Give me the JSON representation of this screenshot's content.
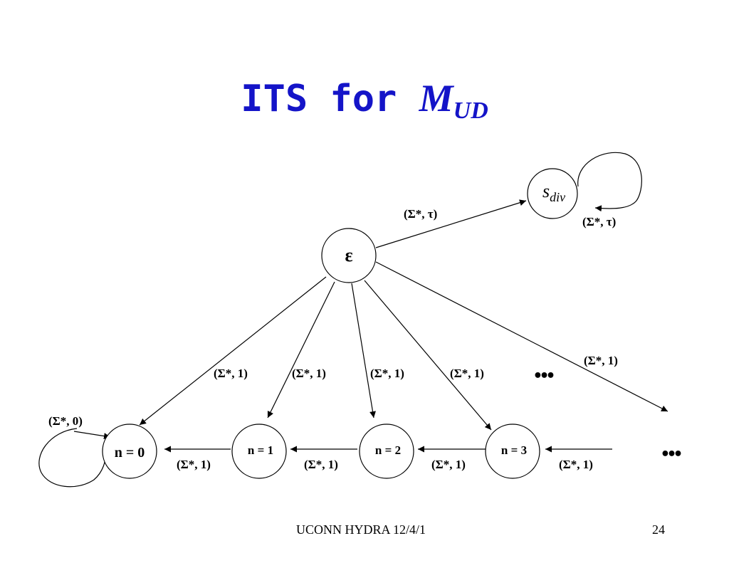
{
  "title": {
    "text": "ITS for ",
    "math_main": "M",
    "math_sub": "UD"
  },
  "nodes": {
    "eps": "ε",
    "sdiv_main": "s",
    "sdiv_sub": "div",
    "n0": "n = 0",
    "n1": "n = 1",
    "n2": "n = 2",
    "n3": "n = 3"
  },
  "edge_labels": {
    "eps_sdiv": "(Σ*, τ)",
    "sdiv_self": "(Σ*, τ)",
    "eps_n0": "(Σ*, 1)",
    "eps_n1": "(Σ*, 1)",
    "eps_n2": "(Σ*, 1)",
    "eps_n3": "(Σ*, 1)",
    "eps_more": "(Σ*, 1)",
    "n0_self": "(Σ*, 0)",
    "n1_n0": "(Σ*, 1)",
    "n2_n1": "(Σ*, 1)",
    "n3_n2": "(Σ*, 1)",
    "more_n3": "(Σ*, 1)"
  },
  "ellipsis": "•••",
  "footer": {
    "left": "UCONN HYDRA 12/4/1",
    "page": "24"
  }
}
